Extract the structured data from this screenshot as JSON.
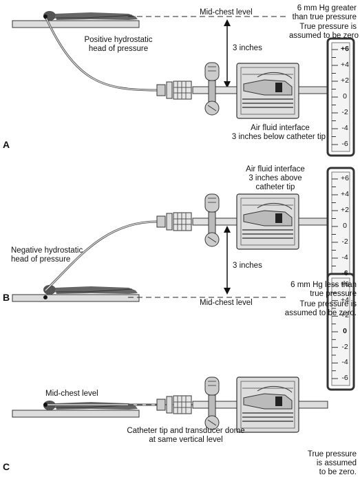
{
  "panels": [
    {
      "letter": "A",
      "level_label": "Mid-chest level",
      "head_label_line1": "Positive hydrostatic",
      "head_label_line2": "head of pressure",
      "distance_label": "3 inches",
      "interface_line1": "Air fluid interface",
      "interface_line2": "3 inches below catheter tip",
      "note_line1": "6 mm Hg greater",
      "note_line2": "than true pressure",
      "true_line1": "True pressure is",
      "true_line2": "assumed to be zero",
      "scale": [
        "+6",
        "+4",
        "+2",
        "0",
        "-2",
        "-4",
        "-6"
      ],
      "highlight": "+6"
    },
    {
      "letter": "B",
      "level_label": "Mid-chest level",
      "head_label_line1": "Negative hydrostatic",
      "head_label_line2": "head of pressure",
      "distance_label": "3 inches",
      "interface_line1": "Air fluid interface",
      "interface_line2": "3 inches above",
      "interface_line3": "catheter tip",
      "note_line1": "6 mm Hg less than",
      "note_line2": "true pressure",
      "true_line1": "True pressure is",
      "true_line2": "assumed to be zero.",
      "scale": [
        "+6",
        "+4",
        "+2",
        "0",
        "-2",
        "-4",
        "-6"
      ],
      "highlight": "-6"
    },
    {
      "letter": "C",
      "level_label": "Mid-chest level",
      "caption_line1": "Catheter tip and transducer dome",
      "caption_line2": "at same vertical level",
      "true_line1": "True pressure",
      "true_line2": "is assumed",
      "true_line3": "to be zero.",
      "scale": [
        "+6",
        "+4",
        "+2",
        "0",
        "-2",
        "-4",
        "-6"
      ],
      "highlight": "0"
    }
  ]
}
